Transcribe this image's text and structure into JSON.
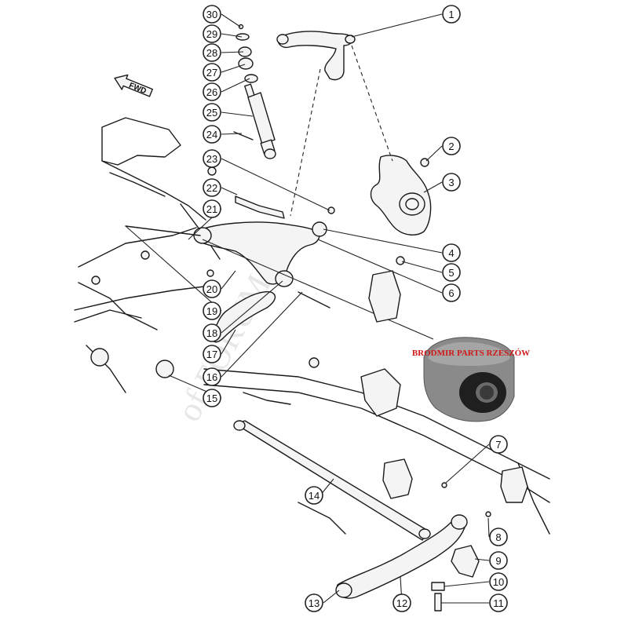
{
  "diagram": {
    "direction_label": "FWD",
    "watermark": "of FORUM",
    "photo_label": "BRODMIR PARTS RZESZÓW",
    "callouts": [
      {
        "label": "1"
      },
      {
        "label": "2"
      },
      {
        "label": "3"
      },
      {
        "label": "4"
      },
      {
        "label": "5"
      },
      {
        "label": "6"
      },
      {
        "label": "7"
      },
      {
        "label": "8"
      },
      {
        "label": "9"
      },
      {
        "label": "10"
      },
      {
        "label": "11"
      },
      {
        "label": "12"
      },
      {
        "label": "13"
      },
      {
        "label": "14"
      },
      {
        "label": "15"
      },
      {
        "label": "16"
      },
      {
        "label": "17"
      },
      {
        "label": "18"
      },
      {
        "label": "19"
      },
      {
        "label": "20"
      },
      {
        "label": "21"
      },
      {
        "label": "22"
      },
      {
        "label": "23"
      },
      {
        "label": "24"
      },
      {
        "label": "25"
      },
      {
        "label": "26"
      },
      {
        "label": "27"
      },
      {
        "label": "28"
      },
      {
        "label": "29"
      },
      {
        "label": "30"
      }
    ],
    "colors": {
      "line": "#1a1a1a",
      "brand": "#d01a1a",
      "bushing_outer": "#8a8a8a",
      "bushing_rubber": "#1f1f1f"
    }
  }
}
